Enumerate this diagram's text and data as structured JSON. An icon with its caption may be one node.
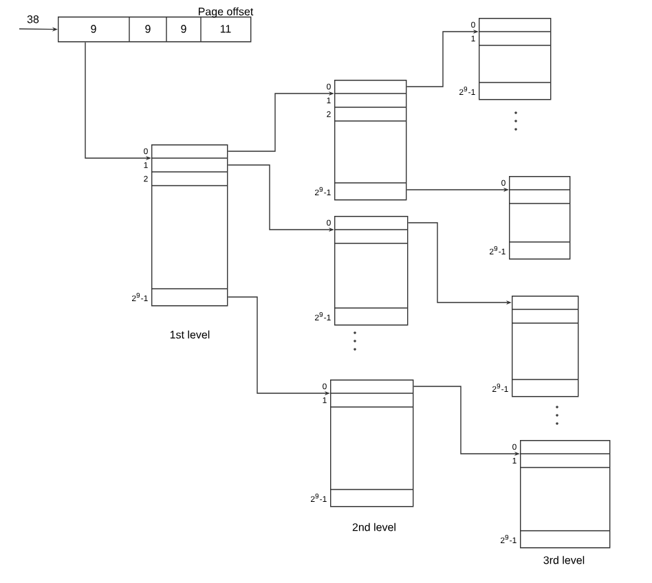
{
  "diagram": {
    "nodes": [
      {
        "text": [
          "9",
          "9",
          "9",
          "11"
        ],
        "beside": [
          "Page offset"
        ]
      },
      {
        "text": [
          "0",
          "1",
          "2",
          "2$^{9}$-1"
        ],
        "beside": [
          "1st level"
        ]
      },
      {
        "text": [
          "0",
          "1",
          "2",
          "2$^{9}$-1"
        ]
      },
      {
        "text": [
          "0",
          "2$^{9}$-1"
        ]
      },
      {
        "text": [
          "0",
          "1",
          "2$^{9}$-1"
        ],
        "beside": [
          "2nd level"
        ]
      },
      {
        "text": [
          "0",
          "1",
          "2$^{9}$-1"
        ]
      },
      {
        "text": [
          "0",
          "2$^{9}$-1"
        ]
      },
      {
        "text": [
          "2$^{9}$-1"
        ]
      },
      {
        "text": [
          "0",
          "1",
          "2$^{9}$-1"
        ],
        "beside": [
          "3rd level"
        ]
      }
    ],
    "edges": [
      {
        "from": null,
        "to": 0,
        "arrow": "to",
        "label": "38"
      },
      {
        "from": 0,
        "to": 1,
        "arrow": "to"
      },
      {
        "from": 1,
        "to": 2,
        "arrow": "to"
      },
      {
        "from": 1,
        "to": 3,
        "arrow": "to"
      },
      {
        "from": 1,
        "to": 4,
        "arrow": "to"
      },
      {
        "from": 2,
        "to": 5,
        "arrow": "to"
      },
      {
        "from": 2,
        "to": 6,
        "arrow": "to"
      },
      {
        "from": 3,
        "to": 7,
        "arrow": "to"
      },
      {
        "from": 4,
        "to": 8,
        "arrow": "to"
      }
    ]
  }
}
